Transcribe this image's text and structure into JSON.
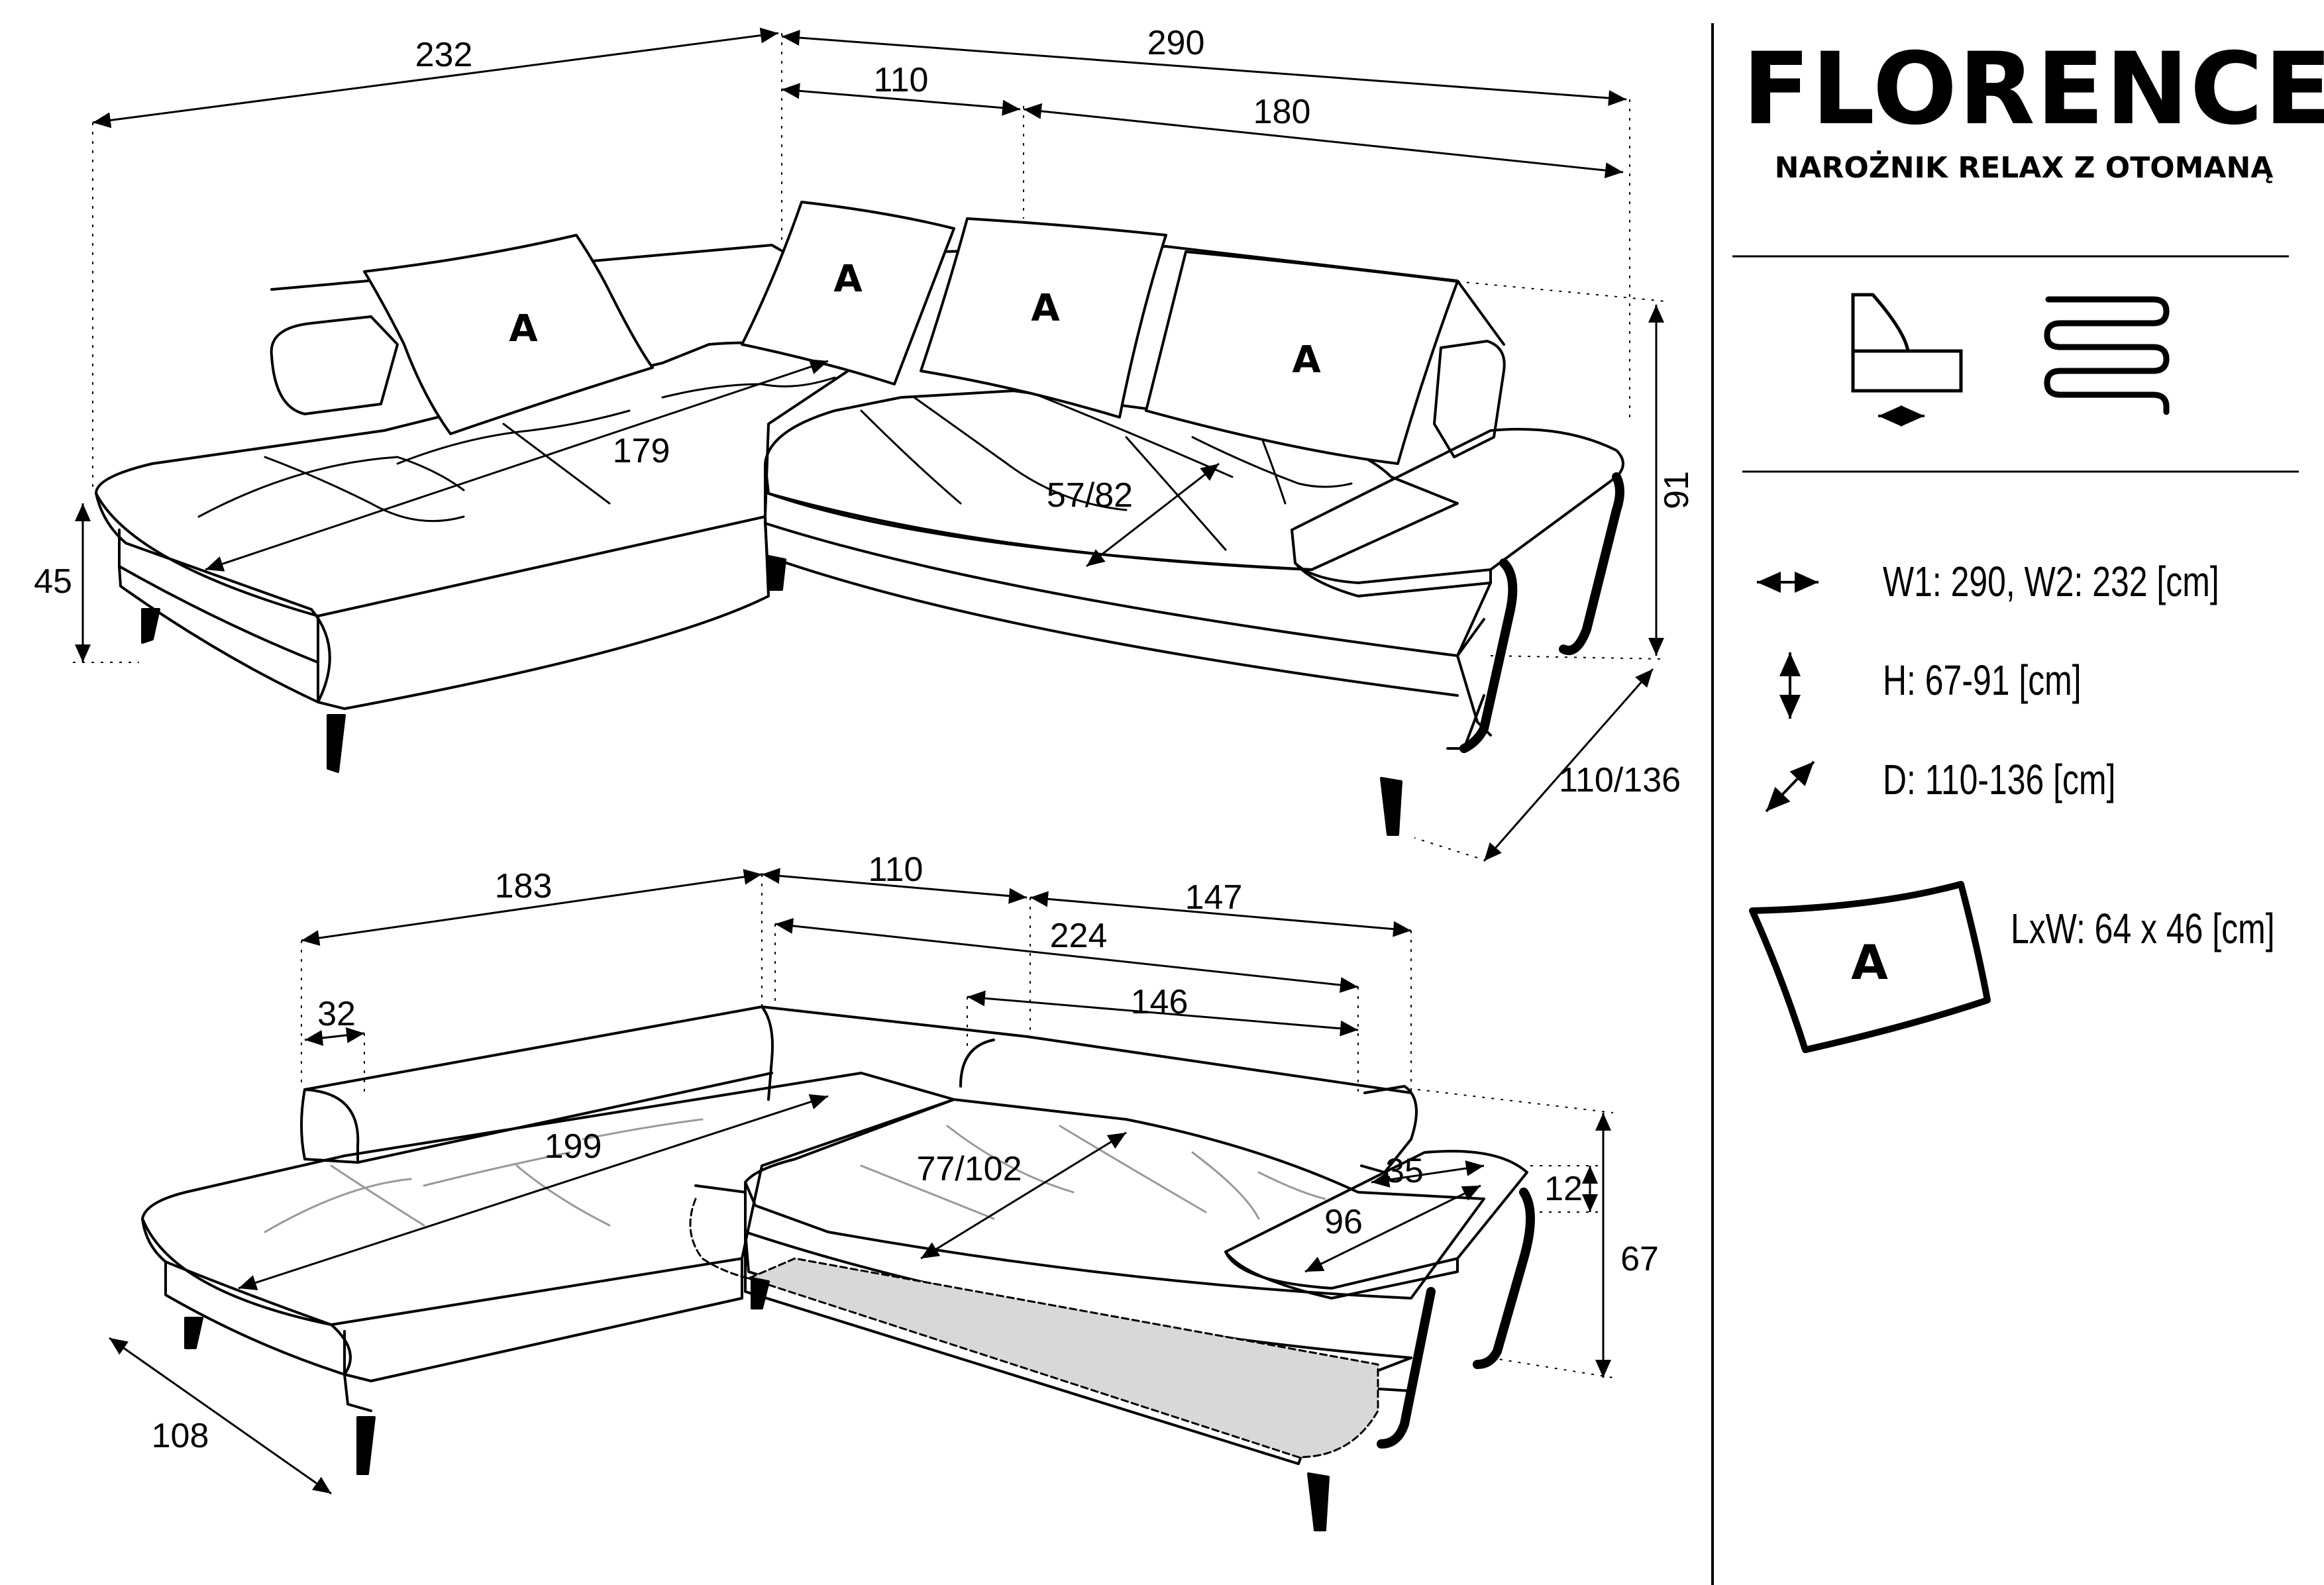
{
  "product": {
    "name": "FLORENCE",
    "subtitle": "NAROŻNIK RELAX Z OTOMANĄ"
  },
  "specs": [
    {
      "icon": "horizontal-arrow-icon",
      "text": "W1: 290, W2: 232 [cm]"
    },
    {
      "icon": "vertical-arrow-icon",
      "text": "H: 67-91 [cm]"
    },
    {
      "icon": "diagonal-arrow-icon",
      "text": "D: 110-136 [cm]"
    }
  ],
  "feature_icons": [
    "sliding-seat-icon",
    "spring-icon"
  ],
  "pillow": {
    "label": "A",
    "size": "LxW: 64 x 46 [cm]"
  },
  "top_view": {
    "dims": {
      "w2": "232",
      "w1": "290",
      "d1": "110",
      "d2": "180",
      "height": "91",
      "seat_height": "45",
      "depth": "110/136",
      "chaise_length": "179",
      "seat_depth": "57/82"
    },
    "pillows": [
      "A",
      "A",
      "A",
      "A"
    ]
  },
  "bottom_view": {
    "dims": {
      "a183": "183",
      "a110": "110",
      "a147": "147",
      "a224": "224",
      "a146": "146",
      "a32": "32",
      "a199": "199",
      "a77": "77/102",
      "a35": "35",
      "a96": "96",
      "a12": "12",
      "a67": "67",
      "a108": "108"
    }
  }
}
